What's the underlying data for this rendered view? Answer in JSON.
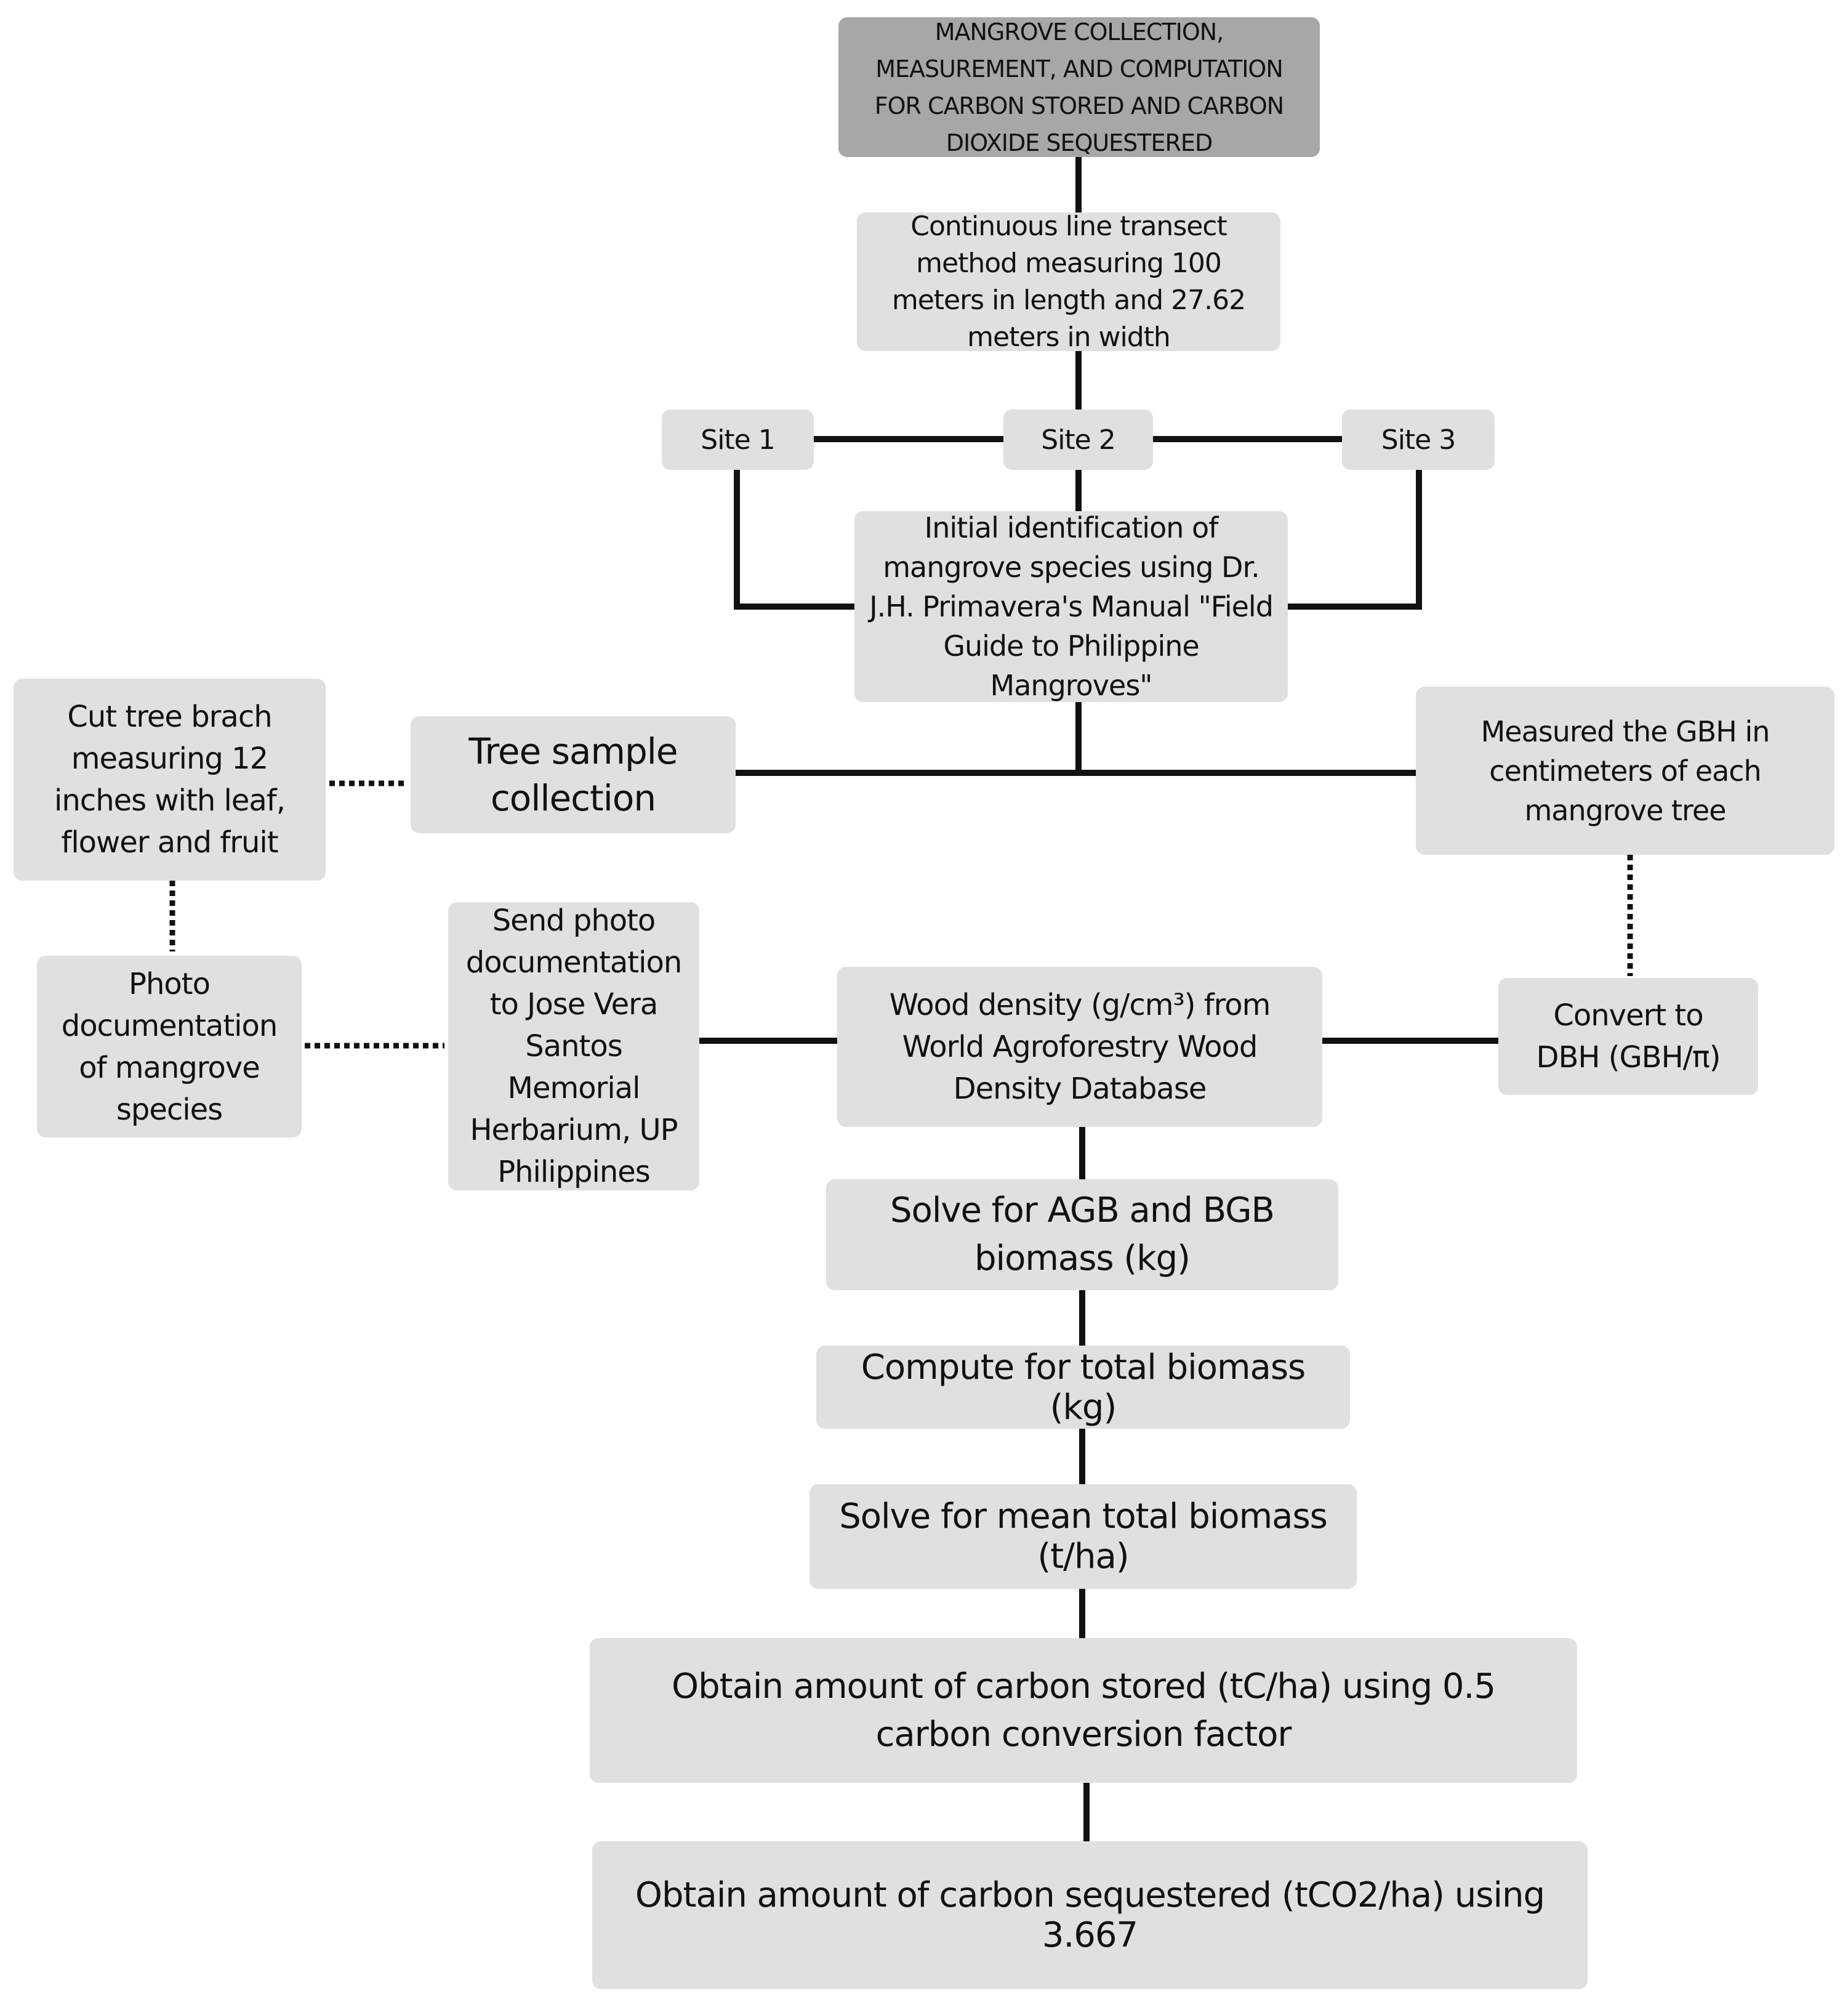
{
  "nodes": {
    "title": "MANGROVE COLLECTION, MEASUREMENT, AND COMPUTATION FOR CARBON STORED AND CARBON DIOXIDE SEQUESTERED",
    "transect": "Continuous line transect method measuring 100 meters in length and 27.62 meters in width",
    "site1": "Site 1",
    "site2": "Site 2",
    "site3": "Site 3",
    "identification": "Initial identification of mangrove species using Dr. J.H. Primavera's Manual \"Field Guide to Philippine Mangroves\"",
    "cut_branch": "Cut tree brach measuring 12 inches with leaf, flower and fruit",
    "tree_sample": "Tree sample collection",
    "measured_gbh": "Measured the GBH in centimeters of each mangrove tree",
    "photo_doc": "Photo documentation of mangrove species",
    "send_photo": "Send photo documentation to Jose Vera Santos Memorial Herbarium, UP Philippines",
    "wood_density": "Wood density (g/cm³) from World Agroforestry Wood Density Database",
    "convert_dbh": "Convert to DBH (GBH/π)",
    "solve_agb": "Solve for AGB and BGB biomass (kg)",
    "total_biomass": "Compute for total biomass (kg)",
    "mean_biomass": "Solve for mean total biomass (t/ha)",
    "carbon_stored": "Obtain amount of carbon stored (tC/ha) using 0.5 carbon conversion factor",
    "carbon_sequestered": "Obtain amount of carbon sequestered (tCO2/ha) using 3.667"
  },
  "colors": {
    "box_fill": "#e0e0e0",
    "title_fill": "#a7a7a7",
    "line": "#111111",
    "text": "#111111"
  }
}
